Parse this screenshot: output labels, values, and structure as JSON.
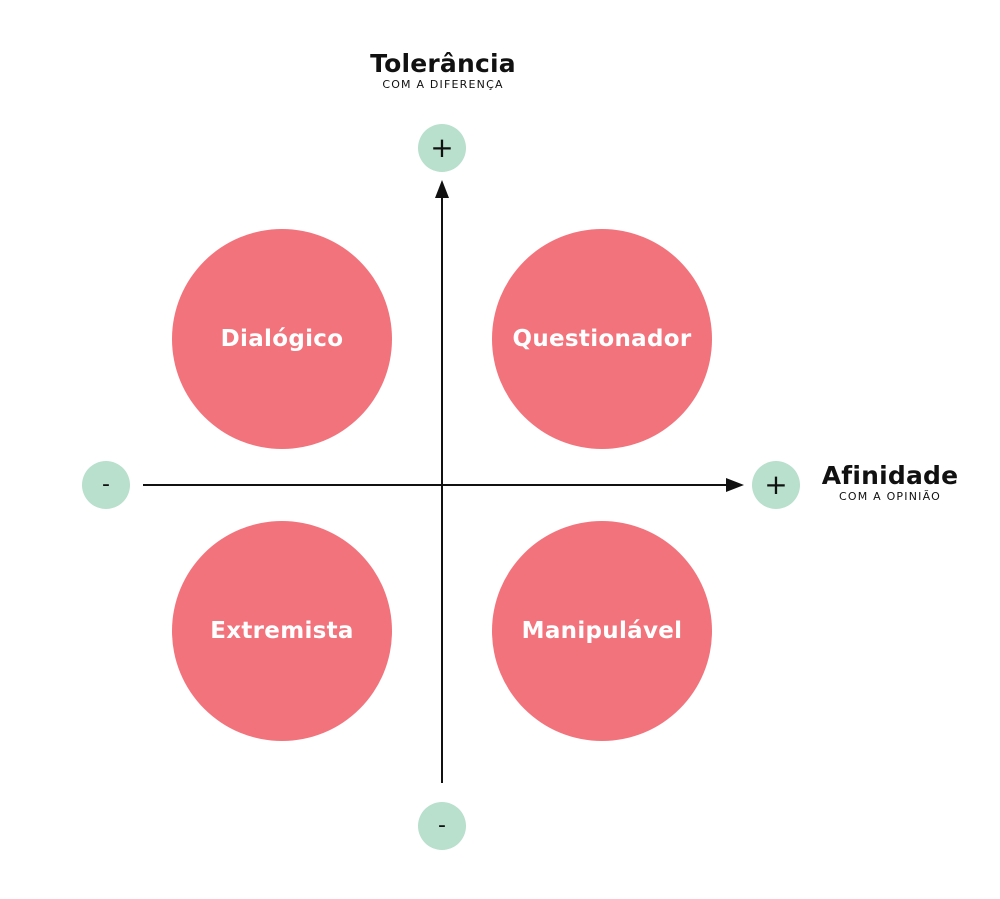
{
  "y_axis": {
    "title": "Tolerância",
    "subtitle": "COM A DIFERENÇA",
    "positive_sign": "+",
    "negative_sign": "-"
  },
  "x_axis": {
    "title": "Afinidade",
    "subtitle": "COM A OPINIÃO",
    "positive_sign": "+",
    "negative_sign": "-"
  },
  "quadrants": {
    "top_left": "Dialógico",
    "top_right": "Questionador",
    "bottom_left": "Extremista",
    "bottom_right": "Manipulável"
  },
  "colors": {
    "quadrant_fill": "#f2737c",
    "sign_fill": "#b8e0cc",
    "axis_line": "#111111",
    "label_text": "#ffffff"
  },
  "icons": {
    "arrow_up": "arrow-up-icon",
    "arrow_right": "arrow-right-icon"
  }
}
